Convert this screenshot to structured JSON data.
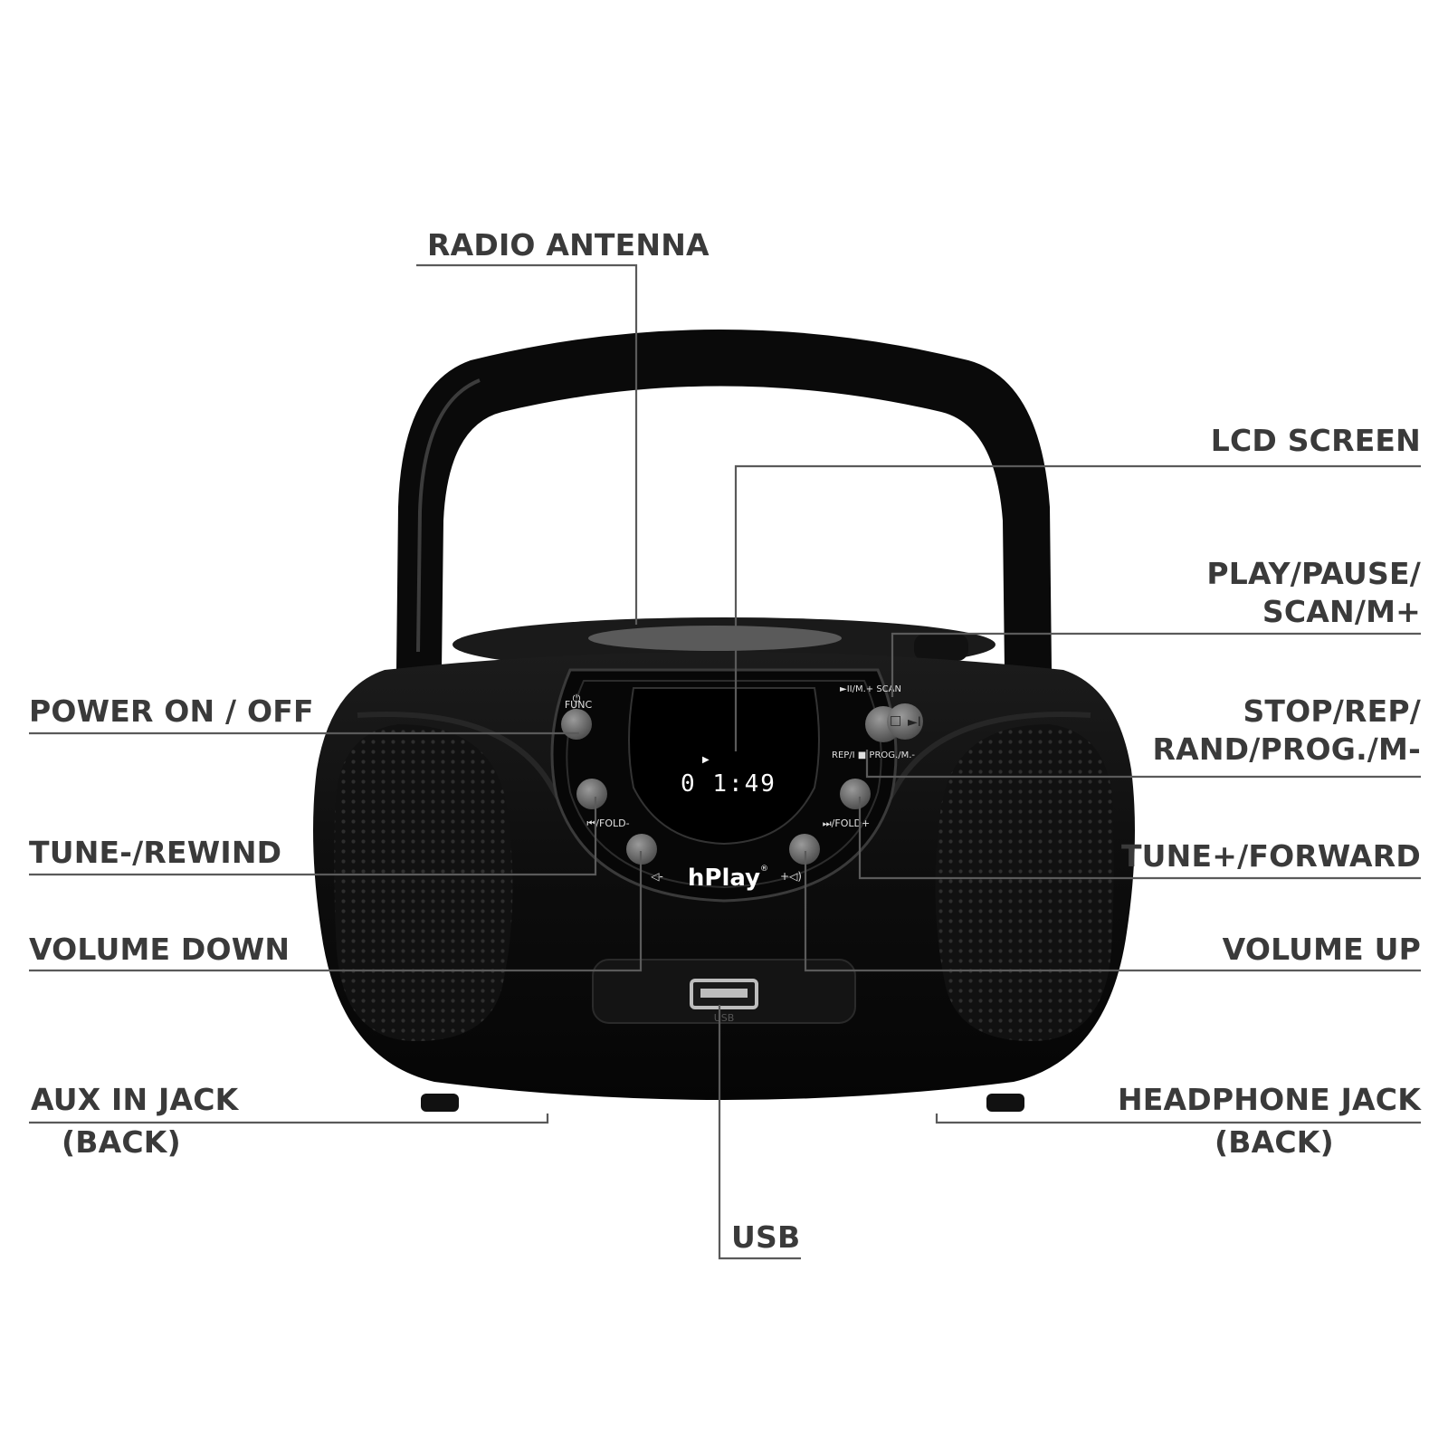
{
  "device": {
    "brand": "hPlay",
    "brand_mark": "®",
    "display_time": "0 1:49",
    "panel": {
      "func": "FUNC",
      "play_scan": "►II/M.+ SCAN",
      "rep_prog": "REP/I ■ PROG./M.-",
      "fold_minus": "⏮/FOLD-",
      "fold_plus": "⏭/FOLD+",
      "vol_minus": "◁-",
      "vol_plus": "+◁)",
      "usb": "USB"
    }
  },
  "labels": {
    "radio_antenna": "RADIO ANTENNA",
    "lcd_screen": "LCD SCREEN",
    "play_pause_1": "PLAY/PAUSE/",
    "play_pause_2": "SCAN/M+",
    "power": "POWER ON / OFF",
    "stop_rep_1": "STOP/REP/",
    "stop_rep_2": "RAND/PROG./M-",
    "tune_rewind": "TUNE-/REWIND",
    "tune_forward": "TUNE+/FORWARD",
    "volume_down": "VOLUME DOWN",
    "volume_up": "VOLUME UP",
    "aux_1": "AUX IN JACK",
    "aux_2": "(BACK)",
    "headphone_1": "HEADPHONE JACK",
    "headphone_2": "(BACK)",
    "usb": "USB"
  },
  "colors": {
    "body": "#0c0c0c",
    "label_text": "#3a3a3a",
    "leader_line": "#5a5a5a",
    "button": "#6a6a6a"
  }
}
